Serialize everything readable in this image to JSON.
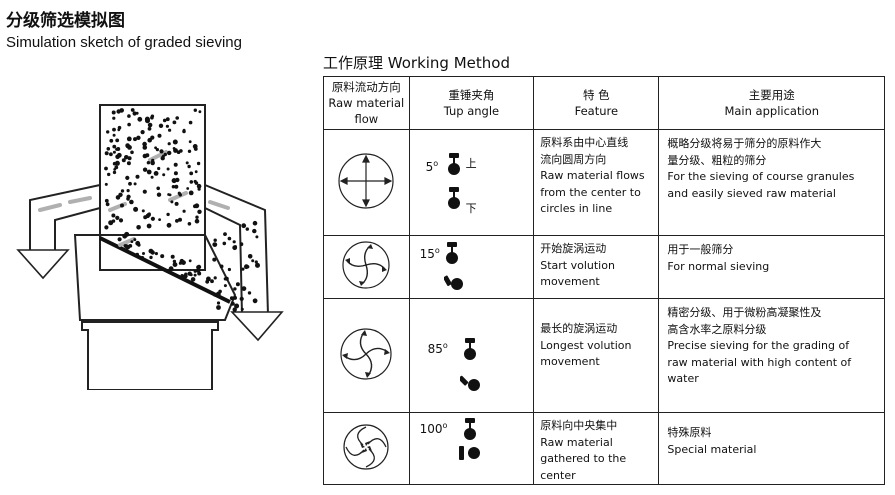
{
  "title": {
    "zh": "分级筛选模拟图",
    "en": "Simulation sketch of graded sieving"
  },
  "table_heading": "工作原理 Working Method",
  "headers": [
    {
      "zh": "原料流动方向",
      "en": "Raw material flow"
    },
    {
      "zh": "重锤夹角",
      "en": "Tup angle"
    },
    {
      "zh": "特 色",
      "en": "Feature"
    },
    {
      "zh": "主要用途",
      "en": "Main application"
    }
  ],
  "rows": [
    {
      "flow_icon": "radial-arrows-icon",
      "angle": "5",
      "upper_label": "上",
      "lower_label": "下",
      "feature": [
        "原料系由中心直线",
        "流向圆周方向",
        "Raw material flows",
        "from the center to",
        "circles in line"
      ],
      "application": [
        "概略分级将易于筛分的原料作大",
        "量分级、粗粒的筛分",
        "For the sieving of course granules",
        "and easily sieved raw material"
      ]
    },
    {
      "flow_icon": "small-vortex-icon",
      "angle": "15",
      "feature": [
        "开始旋涡运动",
        "Start volution",
        "movement"
      ],
      "application": [
        "用于一般筛分",
        "For normal sieving"
      ]
    },
    {
      "flow_icon": "long-vortex-icon",
      "angle": "85",
      "feature": [
        "最长的旋涡运动",
        "Longest volution",
        "movement"
      ],
      "application": [
        "精密分级、用于微粉高凝聚性及",
        "高含水率之原料分级",
        "Precise sieving  for the grading of",
        "raw material with high content of",
        "water"
      ]
    },
    {
      "flow_icon": "center-gather-icon",
      "angle": "100",
      "feature": [
        "原料向中央集中",
        "Raw material",
        "gathered to the center"
      ],
      "application": [
        "特殊原料",
        "Special material"
      ]
    }
  ],
  "degree_symbol": "o"
}
